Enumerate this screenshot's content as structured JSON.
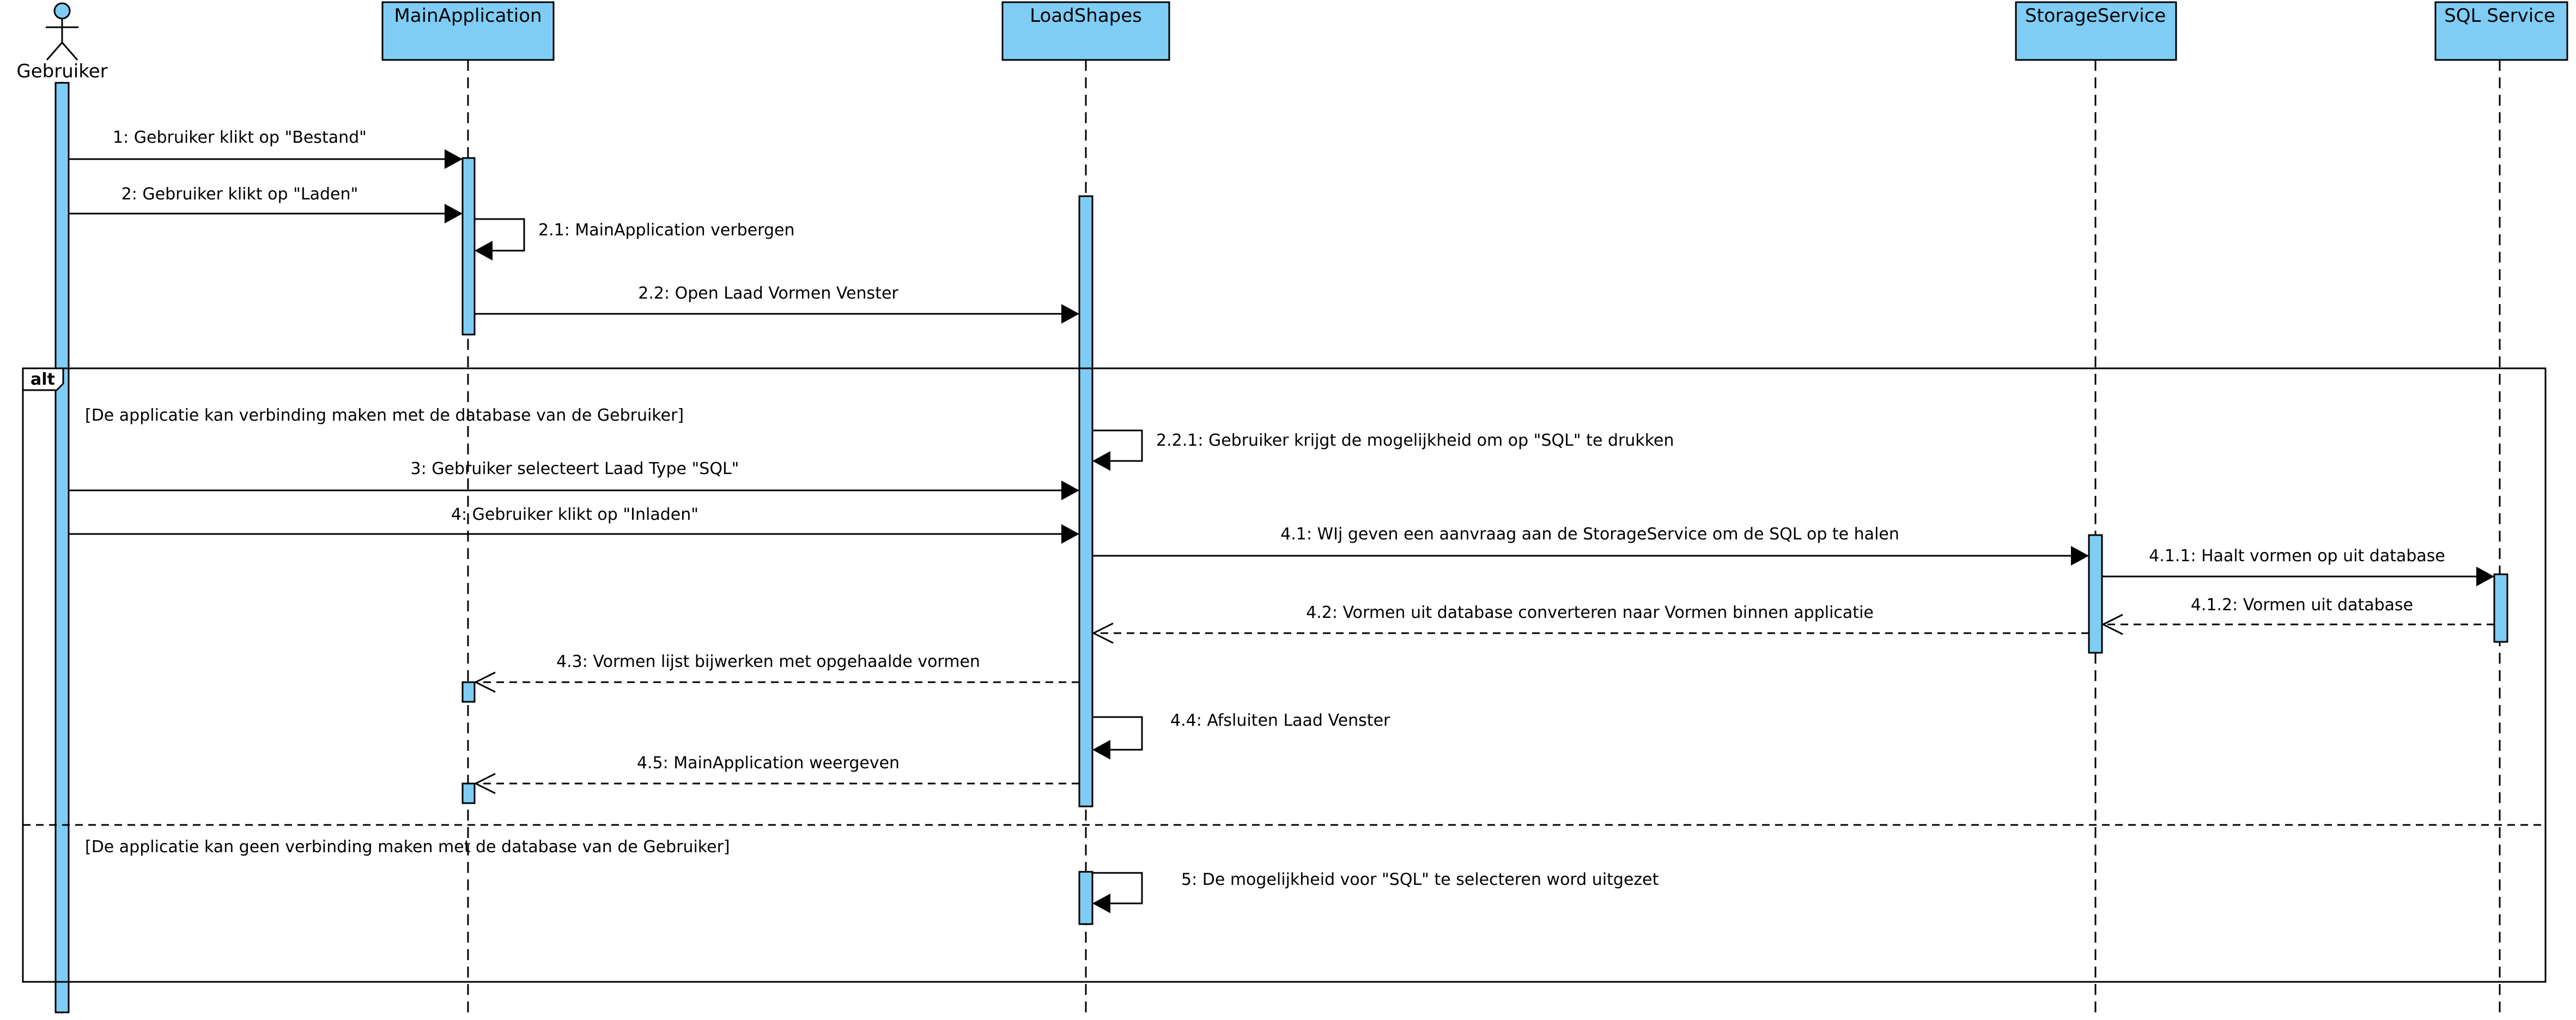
{
  "tiny_caption": "",
  "actor": {
    "label": "Gebruiker"
  },
  "participants": [
    {
      "id": "main",
      "label": "MainApplication"
    },
    {
      "id": "load",
      "label": "LoadShapes"
    },
    {
      "id": "storage",
      "label": "StorageService"
    },
    {
      "id": "sql",
      "label": "SQL Service"
    }
  ],
  "alt": {
    "tag": "alt",
    "guard1": "[De applicatie kan verbinding maken met de database van de Gebruiker]",
    "guard2": "[De applicatie kan geen verbinding maken met de database van de Gebruiker]"
  },
  "messages": [
    {
      "id": "m1",
      "label": "1: Gebruiker klikt op \"Bestand\""
    },
    {
      "id": "m2",
      "label": "2: Gebruiker klikt op \"Laden\""
    },
    {
      "id": "m21",
      "label": "2.1: MainApplication verbergen"
    },
    {
      "id": "m22",
      "label": "2.2: Open Laad Vormen Venster"
    },
    {
      "id": "m221",
      "label": "2.2.1: Gebruiker krijgt de mogelijkheid om op \"SQL\" te drukken"
    },
    {
      "id": "m3",
      "label": "3: Gebruiker selecteert Laad Type \"SQL\""
    },
    {
      "id": "m4",
      "label": "4: Gebruiker klikt op \"Inladen\""
    },
    {
      "id": "m41",
      "label": "4.1: WIj geven een aanvraag aan de StorageService om de SQL op te halen"
    },
    {
      "id": "m411",
      "label": "4.1.1: Haalt vormen op uit database"
    },
    {
      "id": "m412",
      "label": "4.1.2: Vormen uit database"
    },
    {
      "id": "m42",
      "label": "4.2: Vormen uit database converteren naar Vormen binnen applicatie"
    },
    {
      "id": "m43",
      "label": "4.3: Vormen lijst bijwerken met opgehaalde vormen"
    },
    {
      "id": "m44",
      "label": "4.4: Afsluiten Laad Venster"
    },
    {
      "id": "m45",
      "label": "4.5: MainApplication weergeven"
    },
    {
      "id": "m5",
      "label": "5: De mogelijkheid voor \"SQL\" te selecteren word uitgezet"
    }
  ]
}
